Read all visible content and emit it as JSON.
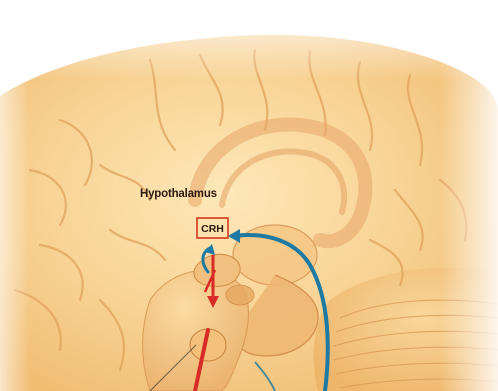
{
  "labels": {
    "hypothalamus": "Hypothalamus",
    "crh": "CRH"
  },
  "colors": {
    "brain_fill": "#f7cf8e",
    "brain_highlight": "#fde3ad",
    "sulcus": "#e2a766",
    "deep_structure": "#e8a86a",
    "crh_box": "#d94a2c",
    "red_arrow": "#d92b25",
    "blue_arrow": "#1e7aa3",
    "background": "#ffffff"
  },
  "icons": [
    "brain-illustration",
    "red-arrow",
    "blue-arrow"
  ]
}
